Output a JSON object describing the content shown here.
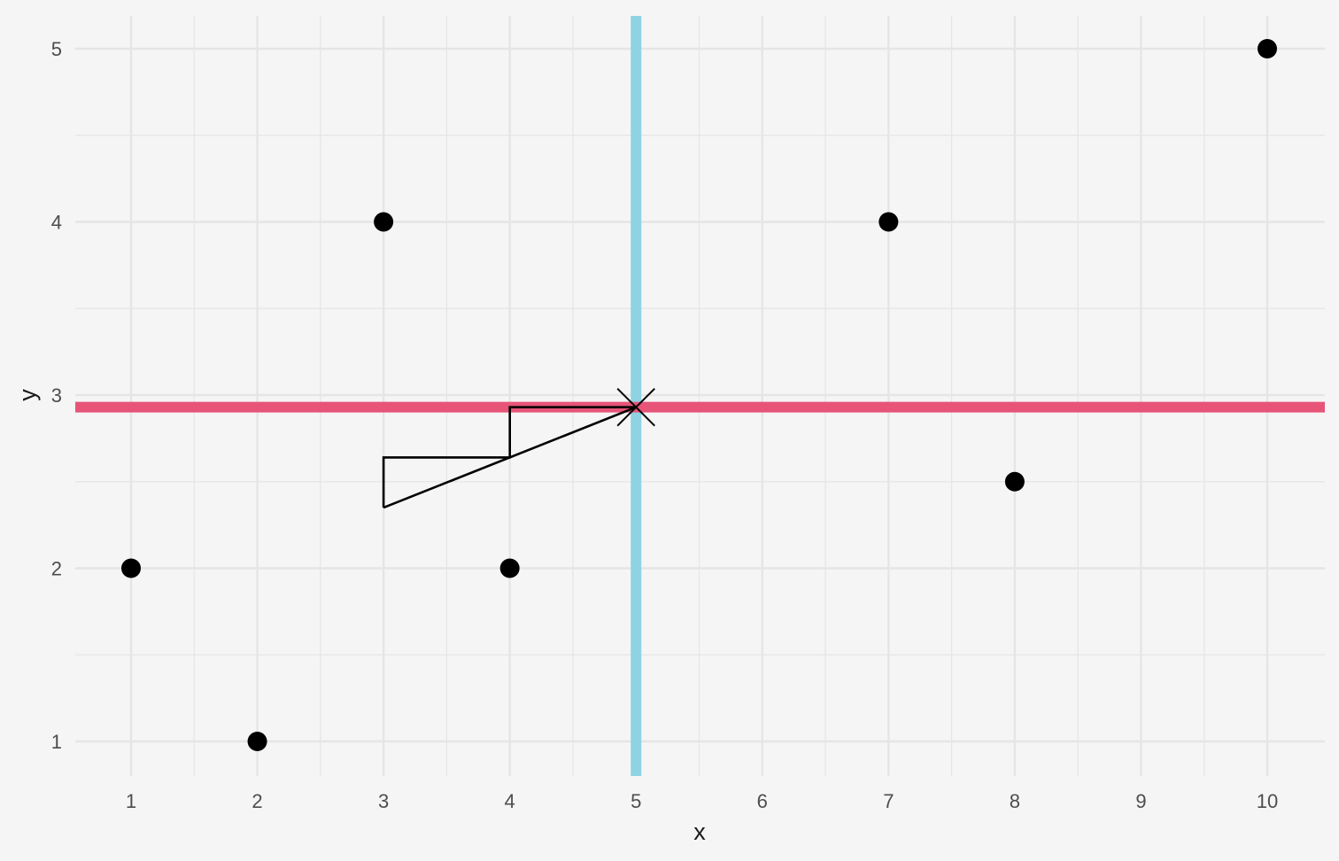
{
  "chart_data": {
    "type": "scatter",
    "title": "",
    "xlabel": "x",
    "ylabel": "y",
    "xlim": [
      0.56,
      10.46
    ],
    "ylim": [
      0.81,
      5.2
    ],
    "x_ticks": [
      1,
      2,
      3,
      4,
      5,
      6,
      7,
      8,
      9,
      10
    ],
    "y_ticks": [
      1,
      2,
      3,
      4,
      5
    ],
    "x_tick_labels": [
      "1",
      "2",
      "3",
      "4",
      "5",
      "6",
      "7",
      "8",
      "9",
      "10"
    ],
    "y_tick_labels": [
      "1",
      "2",
      "3",
      "4",
      "5"
    ],
    "grid": true,
    "background": "#f5f5f5",
    "points": [
      {
        "x": 1,
        "y": 2
      },
      {
        "x": 2,
        "y": 1
      },
      {
        "x": 3,
        "y": 4
      },
      {
        "x": 4,
        "y": 2
      },
      {
        "x": 7,
        "y": 4
      },
      {
        "x": 8,
        "y": 2.5
      },
      {
        "x": 10,
        "y": 5
      }
    ],
    "mean_point": {
      "x": 5,
      "y": 2.93,
      "marker": "x"
    },
    "vline": {
      "x": 5,
      "color": "#8dd3e4"
    },
    "hline": {
      "y": 2.93,
      "color": "#e75478"
    },
    "path": [
      {
        "x": 3,
        "y": 2.35
      },
      {
        "x": 3,
        "y": 2.64
      },
      {
        "x": 4,
        "y": 2.64
      },
      {
        "x": 4,
        "y": 2.93
      },
      {
        "x": 5,
        "y": 2.93
      },
      {
        "x": 3,
        "y": 2.35
      }
    ],
    "point_color": "#000000",
    "grid_color": "#e5e5e5"
  }
}
